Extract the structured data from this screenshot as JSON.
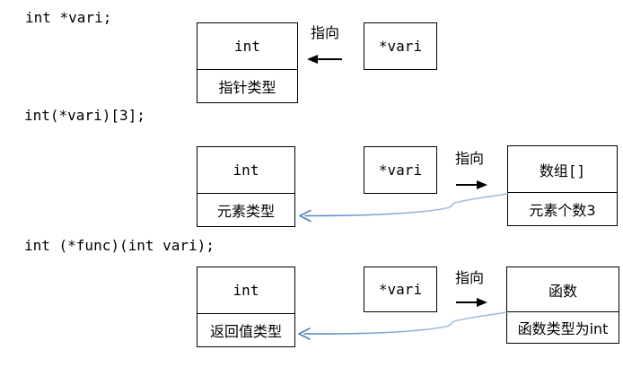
{
  "colors": {
    "ink": "#000000",
    "background": "#ffffff",
    "curve_light": "#a8c4e0",
    "curve_mid": "#7da0cd",
    "curve_dark": "#4f81bd"
  },
  "sections": [
    {
      "code": "int *vari;",
      "type_box": {
        "top": "int",
        "bottom": "指针类型"
      },
      "points_to_label": "指向",
      "pointer_box": "*vari"
    },
    {
      "code": "int(*vari)[3];",
      "type_box": {
        "top": "int",
        "bottom": "元素类型"
      },
      "pointer_box": "*vari",
      "points_to_label": "指向",
      "target_box": {
        "top": "数组[]",
        "bottom": "元素个数3"
      }
    },
    {
      "code": "int (*func)(int vari);",
      "type_box": {
        "top": "int",
        "bottom": "返回值类型"
      },
      "pointer_box": "*vari",
      "points_to_label": "指向",
      "target_box": {
        "top": "函数",
        "bottom": "函数类型为int"
      }
    }
  ]
}
